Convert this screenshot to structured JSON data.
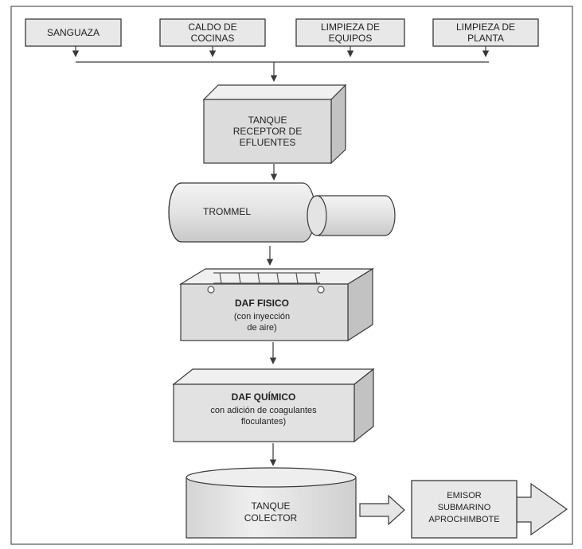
{
  "sources": [
    {
      "lines": [
        "SANGUAZA"
      ]
    },
    {
      "lines": [
        "CALDO DE",
        "COCINAS"
      ]
    },
    {
      "lines": [
        "LIMPIEZA DE",
        "EQUIPOS"
      ]
    },
    {
      "lines": [
        "LIMPIEZA DE",
        "PLANTA"
      ]
    }
  ],
  "tanque_receptor": {
    "lines": [
      "TANQUE",
      "RECEPTOR DE",
      "EFLUENTES"
    ]
  },
  "trommel": {
    "label": "TROMMEL"
  },
  "daf_fisico": {
    "title": "DAF FISICO",
    "lines": [
      "(con inyección",
      "de aire)"
    ]
  },
  "daf_quimico": {
    "title": "DAF QUÍMICO",
    "lines": [
      "con adición de coagulantes",
      "floculantes)"
    ]
  },
  "tanque_colector": {
    "lines": [
      "TANQUE",
      "COLECTOR"
    ]
  },
  "emisor": {
    "lines": [
      "EMISOR",
      "SUBMARINO",
      "APROCHIMBOTE"
    ]
  },
  "colors": {
    "line": "#3a3a3a",
    "fill": "#e6e6e6",
    "fill_top": "#f2f2f2",
    "fill_side": "#c4c4c4",
    "text": "#222222"
  }
}
